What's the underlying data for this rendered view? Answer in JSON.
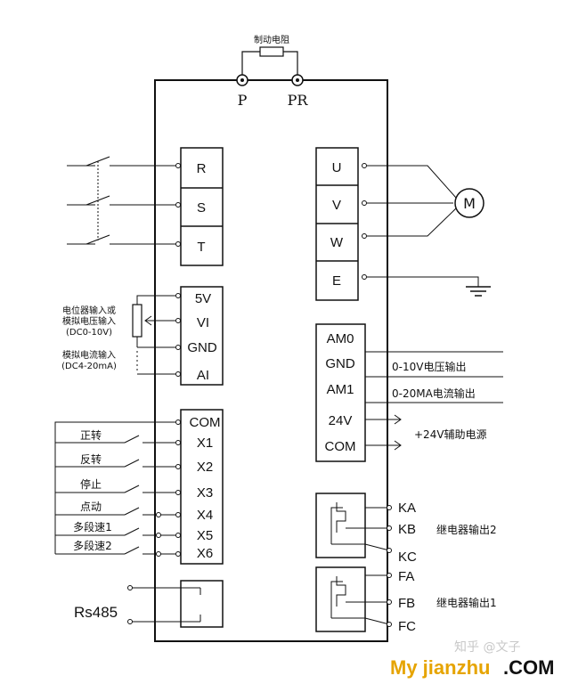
{
  "brake_resistor": {
    "label": "制动电阻",
    "p": "P",
    "pr": "PR"
  },
  "power_input": [
    "R",
    "S",
    "T"
  ],
  "motor_output": [
    "U",
    "V",
    "W",
    "E"
  ],
  "motor_symbol": "M",
  "analog_input": {
    "terminals": [
      "5V",
      "VI",
      "GND",
      "AI"
    ],
    "pot_label_1": "电位器输入或",
    "pot_label_2": "模拟电压输入",
    "pot_label_3": "(DC0-10V)",
    "cur_label_1": "模拟电流输入",
    "cur_label_2": "(DC4-20mA)"
  },
  "analog_output": {
    "terminals": [
      "AM0",
      "GND",
      "AM1",
      "24V",
      "COM"
    ],
    "v_out": "0-10V电压输出",
    "i_out": "0-20MA电流输出",
    "aux_power": "+24V辅助电源"
  },
  "digital_input": {
    "terminals": [
      "COM",
      "X1",
      "X2",
      "X3",
      "X4",
      "X5",
      "X6"
    ],
    "labels": [
      "正转",
      "反转",
      "停止",
      "点动",
      "多段速1",
      "多段速2"
    ]
  },
  "rs485": "Rs485",
  "relay2": {
    "terminals": [
      "KA",
      "KB",
      "KC"
    ],
    "label": "继电器输出2"
  },
  "relay1": {
    "terminals": [
      "FA",
      "FB",
      "FC"
    ],
    "label": "继电器输出1"
  },
  "watermark": {
    "faint": "知乎 @文子",
    "main": "My jianzhu",
    "suffix": ".COM",
    "main_color": "#e6a400"
  }
}
